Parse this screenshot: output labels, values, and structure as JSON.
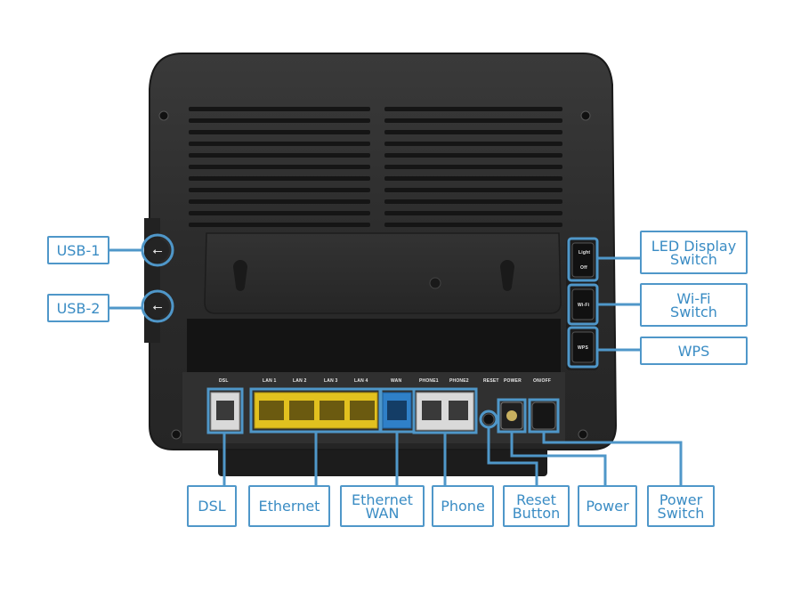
{
  "callouts": {
    "usb1": "USB-1",
    "usb2": "USB-2",
    "led_display_switch": "LED Display\nSwitch",
    "wifi_switch": "Wi-Fi\nSwitch",
    "wps": "WPS",
    "dsl": "DSL",
    "ethernet": "Ethernet",
    "ethernet_wan": "Ethernet\nWAN",
    "phone": "Phone",
    "reset_button": "Reset\nButton",
    "power": "Power",
    "power_switch": "Power\nSwitch"
  },
  "port_labels": {
    "dsl": "DSL",
    "lan1": "LAN 1",
    "lan2": "LAN 2",
    "lan3": "LAN 3",
    "lan4": "LAN 4",
    "wan": "WAN",
    "phone1": "PHONE1",
    "phone2": "PHONE2",
    "reset": "RESET",
    "power": "POWER",
    "onoff": "ON/OFF"
  },
  "switch_labels": {
    "light": "Light",
    "off": "Off",
    "wifi": "Wi-Fi",
    "wps": "WPS"
  },
  "colors": {
    "callout": "#4f97c9",
    "body": "#2c2c2c",
    "lan_port": "#e2c11f",
    "wan_port": "#2f80c8"
  }
}
